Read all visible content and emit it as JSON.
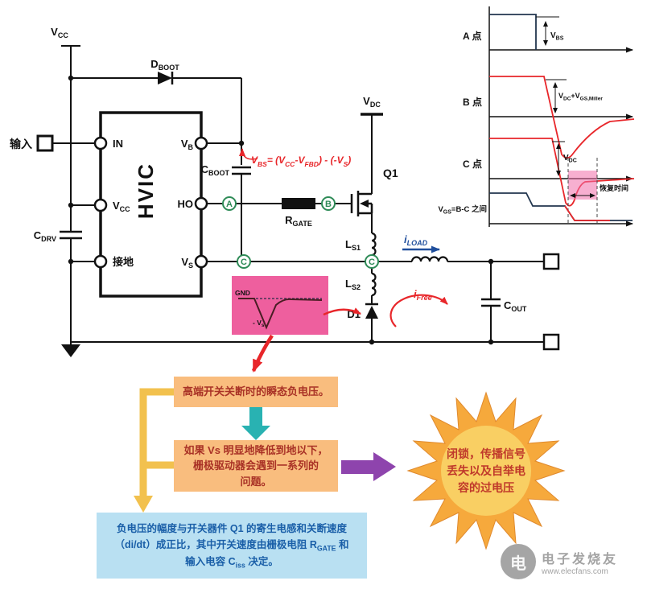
{
  "colors": {
    "wire": "#111111",
    "red": "#e8262a",
    "blue": "#1f4e9c",
    "green": "#2e8b57",
    "pink_scope_box": "#ee5f9e",
    "orange_box": "#f9bd7e",
    "orange_box_text": "#a93226",
    "teal_arrow": "#29b2b2",
    "purple_arrow": "#8e44ad",
    "yellow_connector": "#f2c14e",
    "sun_ray": "#f6a93c",
    "sun_core": "#f9cf63",
    "sun_text": "#c0392b",
    "blue_box": "#b9e0f2",
    "blue_box_text": "#1a5fa8",
    "recovery_highlight": "#f06daa"
  },
  "circuit": {
    "vcc": {
      "main": "V",
      "sub": "CC"
    },
    "dboot": {
      "main": "D",
      "sub": "BOOT"
    },
    "input_label": "输入",
    "hvic": "HVIC",
    "pin_in": "IN",
    "pin_vb": {
      "main": "V",
      "sub": "B"
    },
    "pin_ho": "HO",
    "pin_vcc": {
      "main": "V",
      "sub": "CC"
    },
    "pin_vs": {
      "main": "V",
      "sub": "S"
    },
    "pin_gnd": "接地",
    "cdrv": {
      "main": "C",
      "sub": "DRV"
    },
    "cboot": {
      "main": "C",
      "sub": "BOOT"
    },
    "rgate": {
      "main": "R",
      "sub": "GATE"
    },
    "q1": "Q1",
    "vdc": {
      "main": "V",
      "sub": "DC"
    },
    "ls1": {
      "main": "L",
      "sub": "S1"
    },
    "ls2": {
      "main": "L",
      "sub": "S2"
    },
    "d1": "D1",
    "cout": {
      "main": "C",
      "sub": "OUT"
    },
    "iload": {
      "main": "i",
      "sub": "LOAD"
    },
    "ifree": {
      "main": "i",
      "sub": "Free"
    },
    "node_a": "A",
    "node_b": "B",
    "node_c1": "C",
    "node_c2": "C",
    "vbs_formula": {
      "p1": "V",
      "p2": "BS",
      "p3": "= (V",
      "p4": "CC",
      "p5": "-V",
      "p6": "FBD",
      "p7": ") - (-V",
      "p8": "S",
      "p9": ")"
    },
    "gnd_wave": {
      "gnd": "GND",
      "neg_vs_main": "- V",
      "neg_vs_sub": "s"
    }
  },
  "waveforms": {
    "point_a": "A 点",
    "point_b": "B 点",
    "point_c": "C 点",
    "vgs_row": {
      "p1": "V",
      "p2": "GS",
      "p3": "=B-C 之间"
    },
    "vbs": {
      "main": "V",
      "sub": "BS"
    },
    "vdc_miller": {
      "p1": "V",
      "p2": "DC",
      "p3": "+V",
      "p4": "GS,Miller"
    },
    "vdc": {
      "main": "V",
      "sub": "DC"
    },
    "recovery": "恢复时间"
  },
  "flow": {
    "box1": "高端开关关断时的瞬态负电压。",
    "box2_line1": "如果 Vs 明显地降低到地以下，",
    "box2_line2": "栅极驱动器会遇到一系列的",
    "box2_line3": "问题。",
    "sun_line1": "闭锁，传播信号",
    "sun_line2": "丢失以及自举电",
    "sun_line3": "容的过电压",
    "box3_line1": "负电压的幅度与开关器件 Q1 的寄生电感和关断速度",
    "box3_line2a": "（di/dt）成正比，其中开关速度由栅极电阻 R",
    "box3_line2b": "GATE",
    "box3_line2c": " 和",
    "box3_line3a": "输入电容 C",
    "box3_line3b": "iss",
    "box3_line3c": " 决定。"
  },
  "watermark": {
    "logo_char": "电",
    "name": "电子发烧友",
    "url": "www.elecfans.com"
  }
}
